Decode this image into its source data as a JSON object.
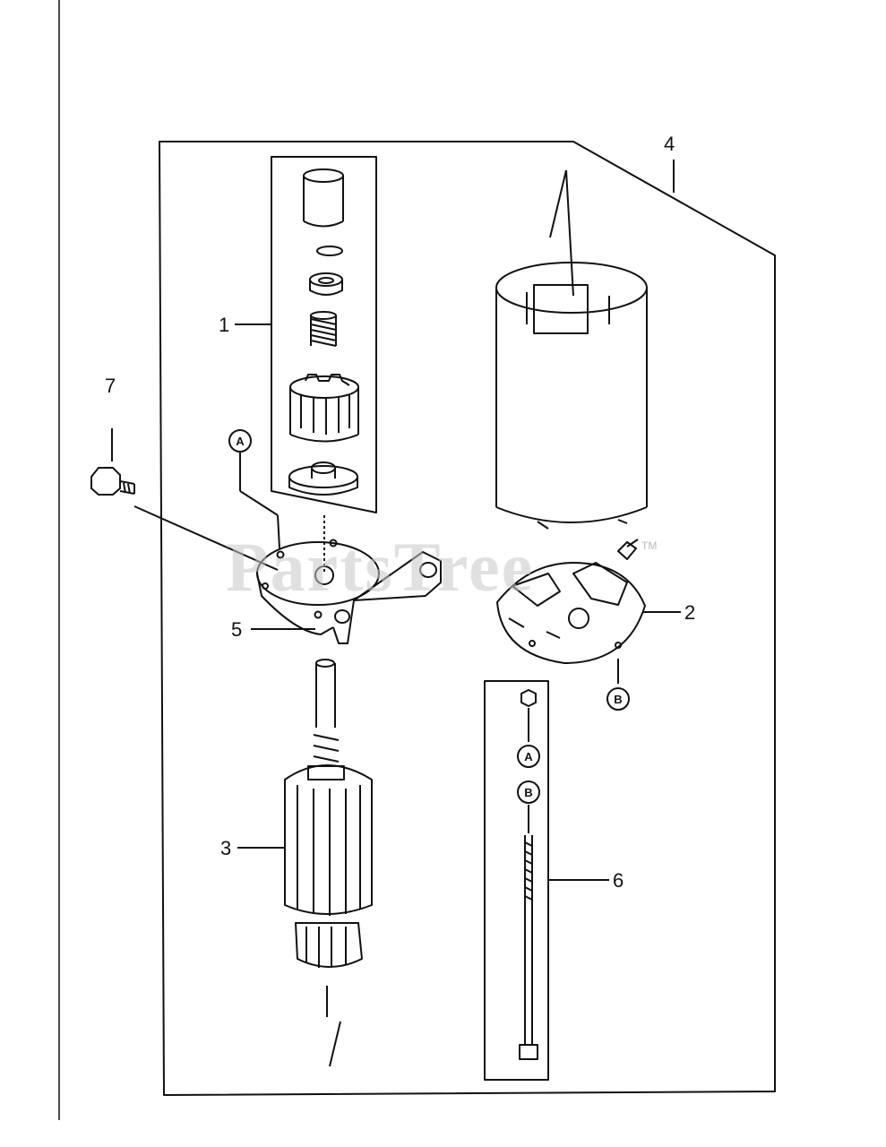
{
  "callouts": {
    "c1": "1",
    "c2": "2",
    "c3": "3",
    "c4": "4",
    "c5": "5",
    "c6": "6",
    "c7": "7"
  },
  "refs": {
    "a": "A",
    "b": "B"
  },
  "watermark": {
    "text": "PartsTree",
    "tm": "TM"
  },
  "colors": {
    "ink": "#111111",
    "watermark": "#c8c8c8"
  }
}
